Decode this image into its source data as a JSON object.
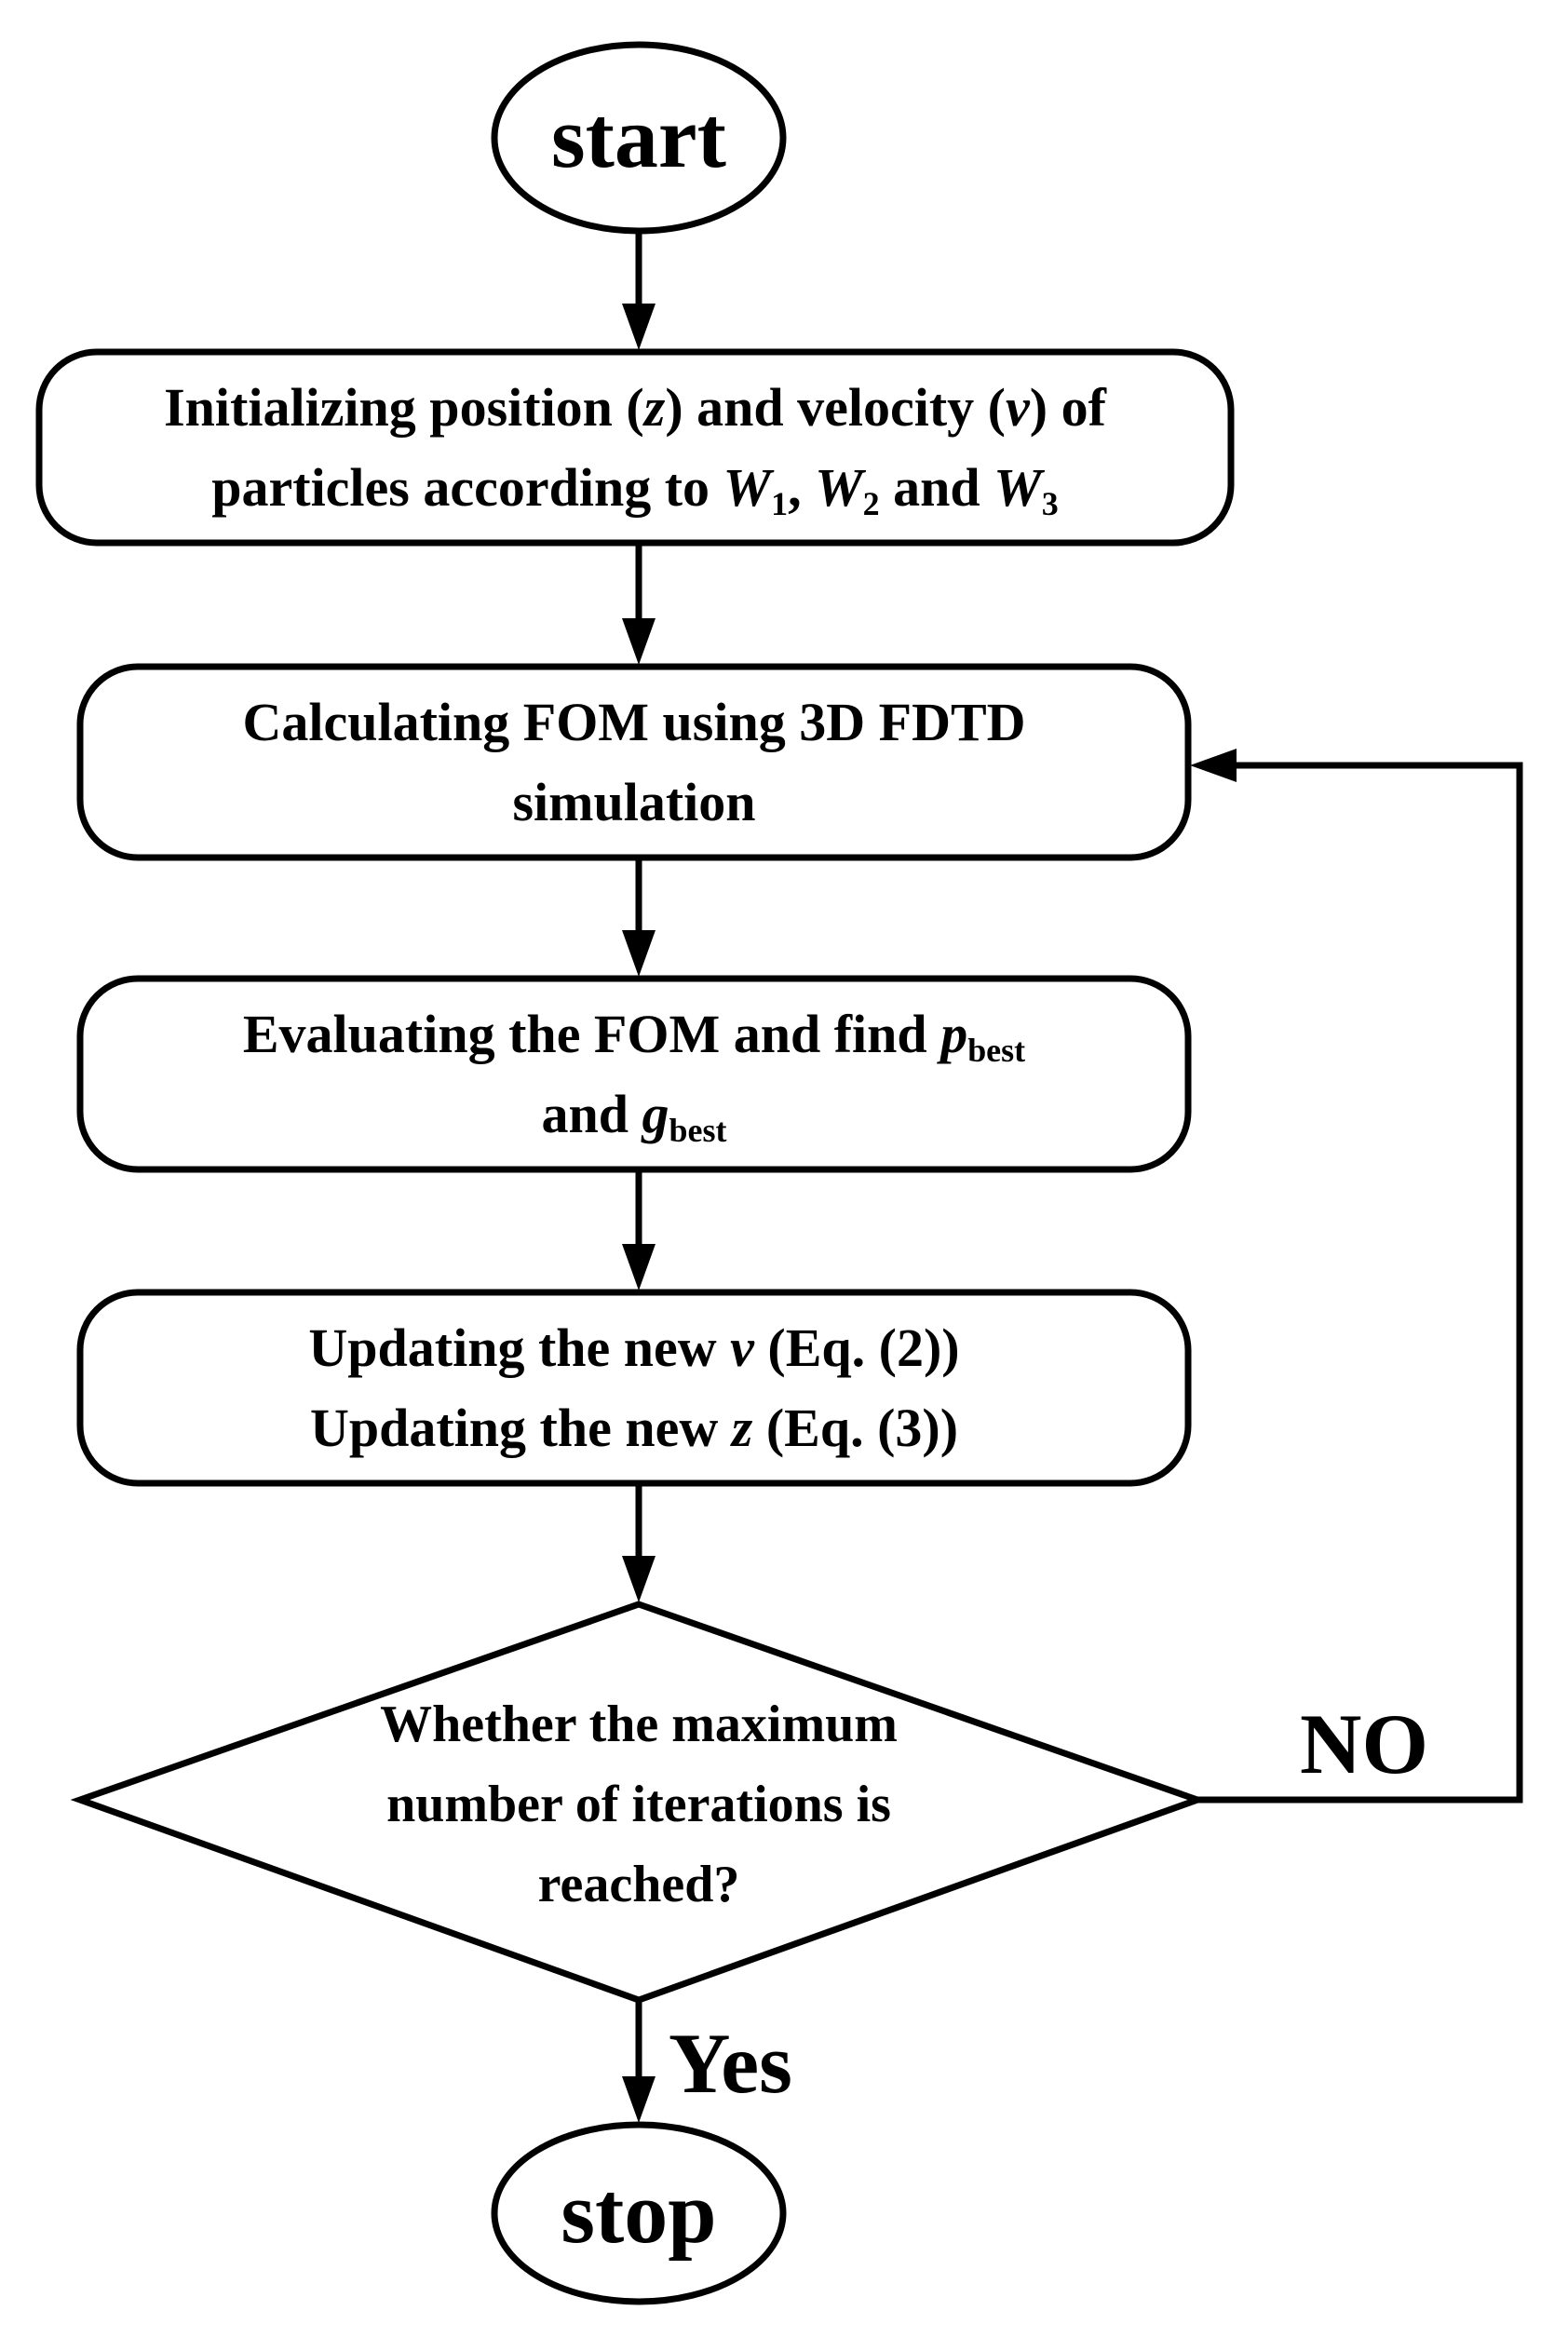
{
  "nodes": {
    "start": {
      "label": "start"
    },
    "init": {
      "line1_a": "Initializing position (",
      "line1_z": "z",
      "line1_b": ") and velocity (",
      "line1_v": "v",
      "line1_c": ") of",
      "line2_a": "particles according to ",
      "w": "W",
      "s1": "1",
      "sep1": ", ",
      "s2": "2",
      "sep2": " and ",
      "s3": "3"
    },
    "calc": {
      "line1": "Calculating FOM using 3D FDTD",
      "line2": "simulation"
    },
    "eval": {
      "line1_a": "Evaluating the FOM and find ",
      "p": "p",
      "best": "best",
      "line2_a": "and ",
      "g": "g"
    },
    "update": {
      "line1_a": "Updating the new ",
      "v": "v",
      "line1_b": " (Eq. (2))",
      "line2_a": "Updating the new ",
      "z": "z",
      "line2_b": " (Eq. (3))"
    },
    "decision": {
      "line1": "Whether the maximum",
      "line2": "number of iterations is",
      "line3": "reached?"
    },
    "stop": {
      "label": "stop"
    }
  },
  "edges": {
    "no_label": "NO",
    "yes_label": "Yes"
  },
  "colors": {
    "stroke": "#000000",
    "background": "#ffffff",
    "text": "#000000"
  }
}
